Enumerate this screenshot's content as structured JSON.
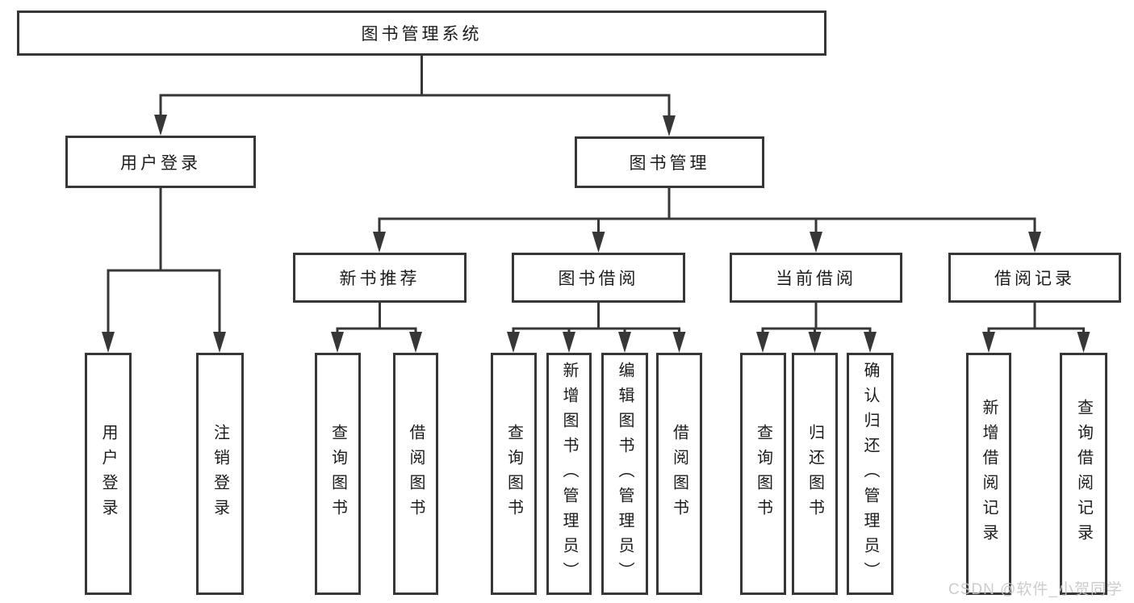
{
  "diagram": {
    "root": {
      "label": "图书管理系统"
    },
    "level2": [
      {
        "id": "user-login",
        "label": "用户登录"
      },
      {
        "id": "book-management",
        "label": "图书管理"
      }
    ],
    "level3": [
      {
        "id": "new-book-recommend",
        "label": "新书推荐",
        "parent": "book-management"
      },
      {
        "id": "book-borrow",
        "label": "图书借阅",
        "parent": "book-management"
      },
      {
        "id": "current-borrow",
        "label": "当前借阅",
        "parent": "book-management"
      },
      {
        "id": "borrow-records",
        "label": "借阅记录",
        "parent": "book-management"
      }
    ],
    "leaves": [
      {
        "label": "用户登录",
        "parent": "user-login"
      },
      {
        "label": "注销登录",
        "parent": "user-login"
      },
      {
        "label": "查询图书",
        "parent": "new-book-recommend"
      },
      {
        "label": "借阅图书",
        "parent": "new-book-recommend"
      },
      {
        "label": "查询图书",
        "parent": "book-borrow"
      },
      {
        "label": "新增图书（管理员）",
        "parent": "book-borrow"
      },
      {
        "label": "编辑图书（管理员）",
        "parent": "book-borrow"
      },
      {
        "label": "借阅图书",
        "parent": "book-borrow"
      },
      {
        "label": "查询图书",
        "parent": "current-borrow"
      },
      {
        "label": "归还图书",
        "parent": "current-borrow"
      },
      {
        "label": "确认归还（管理员）",
        "parent": "current-borrow"
      },
      {
        "label": "新增借阅记录",
        "parent": "borrow-records"
      },
      {
        "label": "查询借阅记录",
        "parent": "borrow-records"
      }
    ]
  },
  "watermark": {
    "text": "CSDN @软件_小贺同学"
  },
  "colors": {
    "line": "#373737",
    "box_border": "#373737",
    "box_fill": "#ffffff",
    "text": "#1c1c1c",
    "watermark": "#c7c7c7",
    "background": "#ffffff"
  }
}
